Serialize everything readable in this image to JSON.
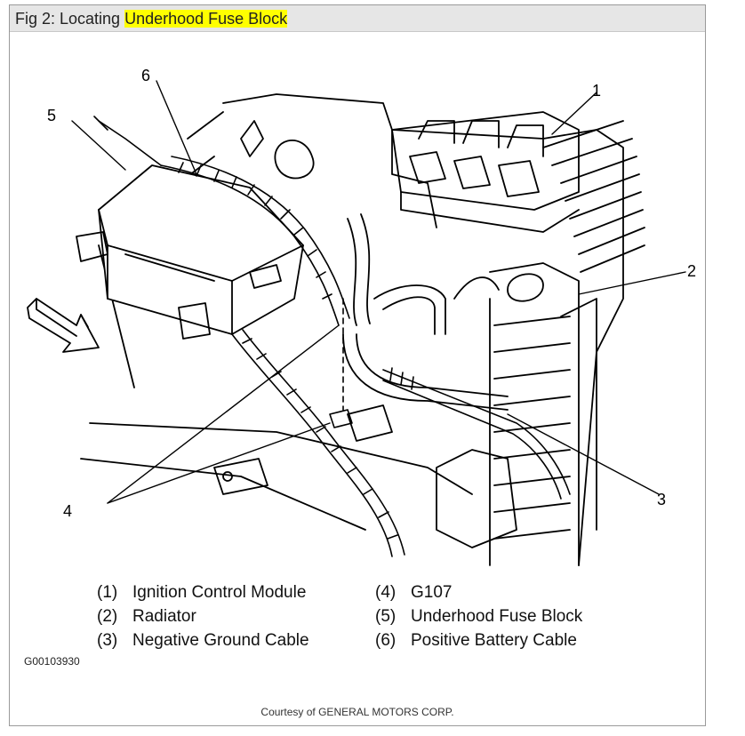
{
  "title": {
    "prefix": "Fig 2: Locating ",
    "highlight": "Underhood Fuse Block",
    "highlight_color": "#ffff00"
  },
  "callouts": [
    "1",
    "2",
    "3",
    "4",
    "5",
    "6"
  ],
  "legend": {
    "left": [
      {
        "num": "(1)",
        "label": "Ignition Control Module"
      },
      {
        "num": "(2)",
        "label": "Radiator"
      },
      {
        "num": "(3)",
        "label": "Negative Ground Cable"
      }
    ],
    "right": [
      {
        "num": "(4)",
        "label": "G107"
      },
      {
        "num": "(5)",
        "label": "Underhood Fuse Block"
      },
      {
        "num": "(6)",
        "label": "Positive Battery Cable"
      }
    ]
  },
  "figure_id": "G00103930",
  "courtesy": "Courtesy of GENERAL MOTORS CORP."
}
